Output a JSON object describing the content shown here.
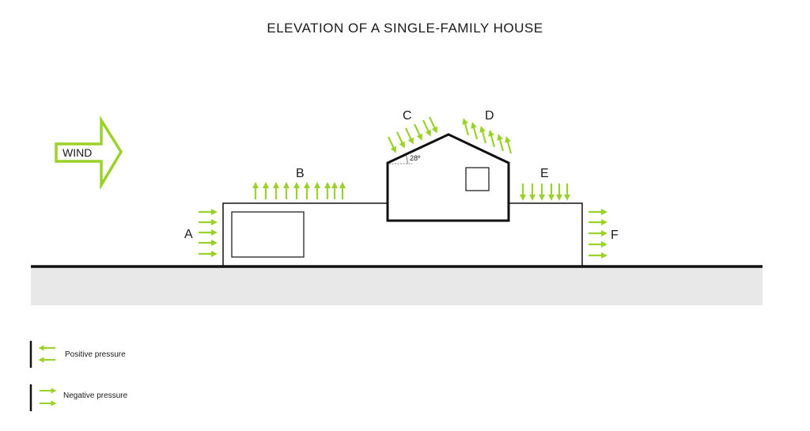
{
  "title": "ELEVATION OF A SINGLE-FAMILY HOUSE",
  "wind": {
    "label": "WIND"
  },
  "roof": {
    "angle_label": "28º"
  },
  "zones": {
    "A": "A",
    "B": "B",
    "C": "C",
    "D": "D",
    "E": "E",
    "F": "F"
  },
  "legend": {
    "positive": "Positive pressure",
    "negative": "Negative pressure"
  },
  "colors": {
    "arrow": "#9bd22a",
    "outline": "#111111",
    "ground": "#e8e8e8"
  },
  "icons": {
    "wind": "wind-arrow-icon",
    "pressure_positive": "arrow-left-icon",
    "pressure_negative": "arrow-right-icon"
  }
}
